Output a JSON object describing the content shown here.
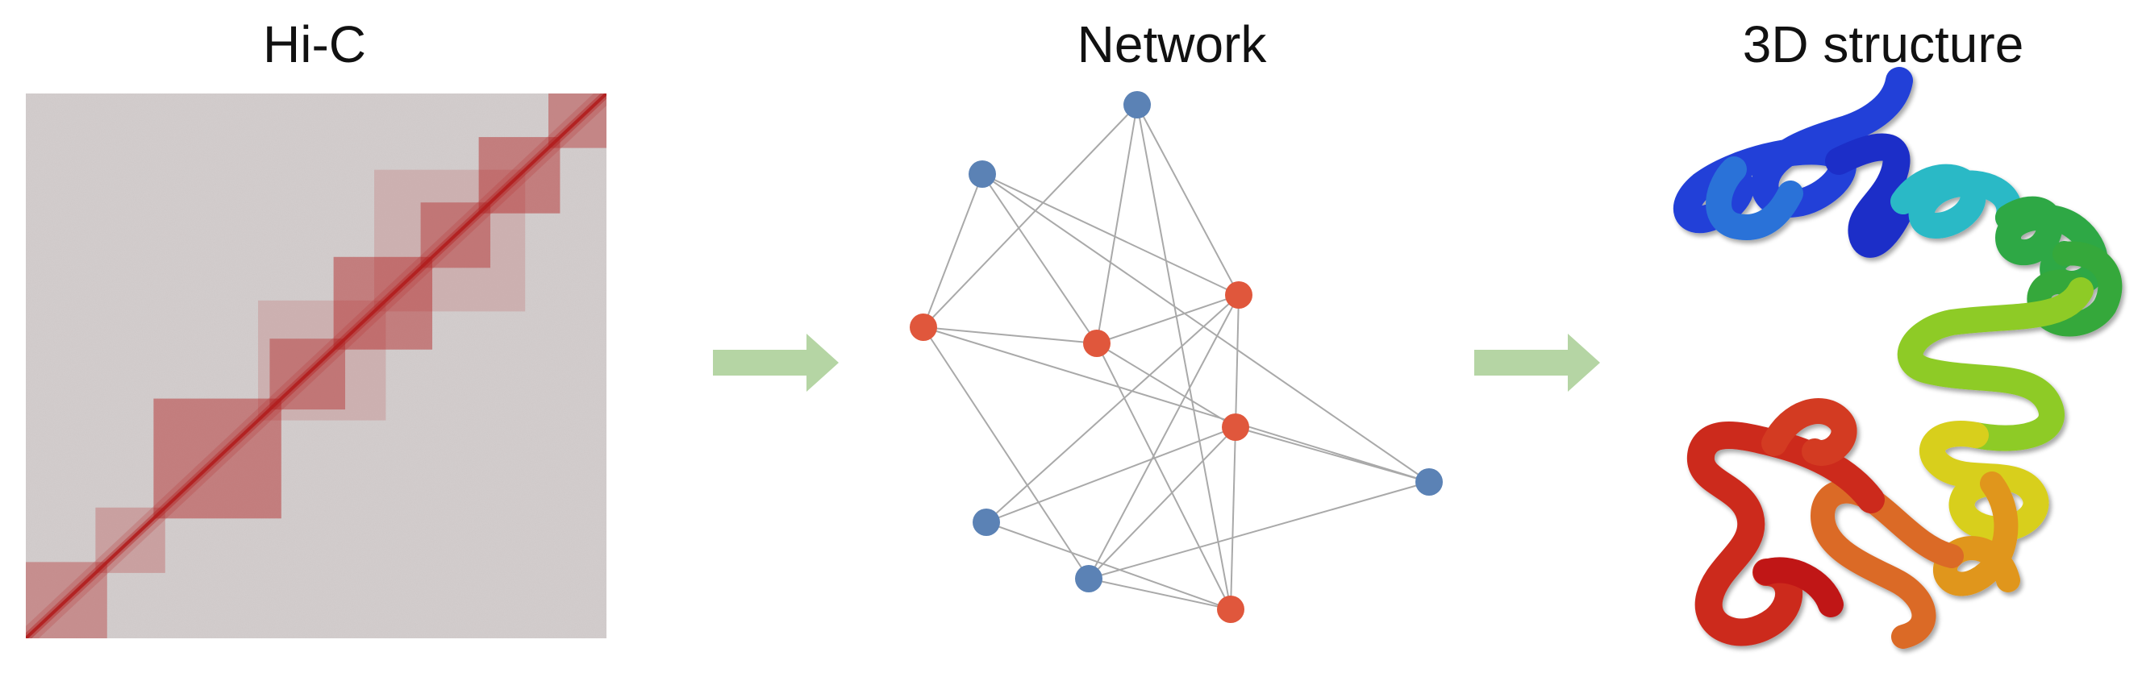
{
  "labels": {
    "hic": "Hi-C",
    "network": "Network",
    "structure": "3D structure"
  },
  "colors": {
    "hic_background": "#cfc9c9",
    "hic_signal": "#b21e1e",
    "arrow": "#b5d5a4",
    "node_blue": "#5b82b5",
    "node_red": "#e0573c",
    "edge": "#a9a9a9"
  },
  "network": {
    "nodes": [
      {
        "id": "n1",
        "group": "blue"
      },
      {
        "id": "n2",
        "group": "blue"
      },
      {
        "id": "n3",
        "group": "red"
      },
      {
        "id": "n4",
        "group": "red"
      },
      {
        "id": "n5",
        "group": "red"
      },
      {
        "id": "n6",
        "group": "red"
      },
      {
        "id": "n7",
        "group": "blue"
      },
      {
        "id": "n8",
        "group": "blue"
      },
      {
        "id": "n9",
        "group": "blue"
      },
      {
        "id": "n10",
        "group": "red"
      }
    ],
    "edges": [
      [
        "n1",
        "n4"
      ],
      [
        "n1",
        "n5"
      ],
      [
        "n1",
        "n10"
      ],
      [
        "n1",
        "n3"
      ],
      [
        "n2",
        "n3"
      ],
      [
        "n2",
        "n4"
      ],
      [
        "n2",
        "n5"
      ],
      [
        "n2",
        "n7"
      ],
      [
        "n3",
        "n4"
      ],
      [
        "n3",
        "n7"
      ],
      [
        "n3",
        "n8"
      ],
      [
        "n4",
        "n5"
      ],
      [
        "n4",
        "n6"
      ],
      [
        "n4",
        "n10"
      ],
      [
        "n5",
        "n6"
      ],
      [
        "n5",
        "n9"
      ],
      [
        "n5",
        "n8"
      ],
      [
        "n6",
        "n7"
      ],
      [
        "n6",
        "n8"
      ],
      [
        "n6",
        "n9"
      ],
      [
        "n6",
        "n10"
      ],
      [
        "n7",
        "n8"
      ],
      [
        "n8",
        "n10"
      ],
      [
        "n9",
        "n10"
      ]
    ]
  }
}
